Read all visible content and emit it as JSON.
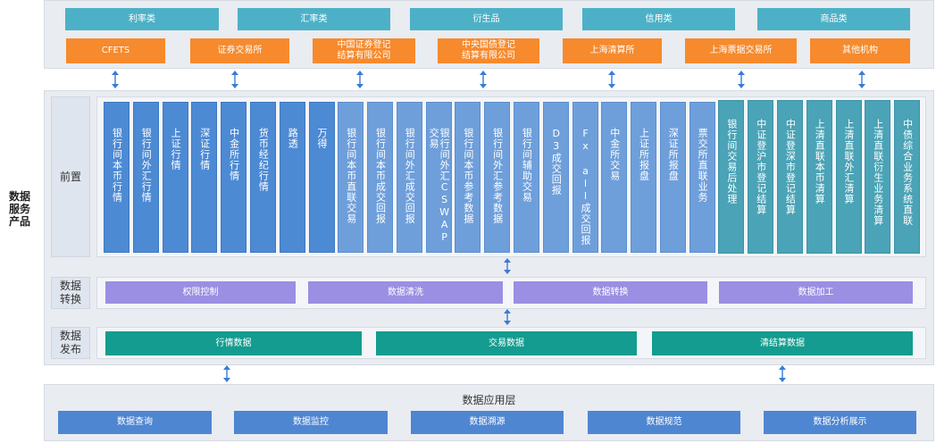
{
  "side_title": [
    "数据",
    "服务",
    "产品"
  ],
  "categories": [
    "利率类",
    "汇率类",
    "衍生品",
    "信用类",
    "商品类"
  ],
  "sources": [
    "CFETS",
    "证券交易所",
    "中国证券登记\n结算有限公司",
    "中央国债登记\n结算有限公司",
    "上海清算所",
    "上海票据交易所",
    "其他机构"
  ],
  "front": {
    "label": "前置",
    "columns": [
      "银行间本币行情",
      "银行间外汇行情",
      "上证行情",
      "深证行情",
      "中金所行情",
      "货币经纪行情",
      "路透",
      "万得",
      "银行间本币直联交易",
      "银行间本币成交回报",
      "银行间外汇成交回报",
      "银行间外汇CSWAP交易",
      "银行间本币参考数据",
      "银行间外汇参考数据",
      "银行间辅助交易",
      "D3成交回报",
      "Fx all成交回报",
      "中金所交易",
      "上证所报盘",
      "深证所报盘",
      "票交所直联业务",
      "银行间交易后处理",
      "中证登沪市登记结算",
      "中证登深市登记结算",
      "上清直联本币清算",
      "上清直联外汇清算",
      "上清直联衍生业务清算",
      "中债综合业务系统直联"
    ]
  },
  "transform": {
    "label": "数据\n转换",
    "items": [
      "权限控制",
      "数据清洗",
      "数据转换",
      "数据加工"
    ]
  },
  "publish": {
    "label": "数据\n发布",
    "items": [
      "行情数据",
      "交易数据",
      "清结算数据"
    ]
  },
  "app_layer": {
    "title": "数据应用层",
    "items": [
      "数据查询",
      "数据监控",
      "数据溯源",
      "数据规范",
      "数据分析展示"
    ]
  },
  "colors": {
    "teal": "#4cb1c7",
    "orange": "#f68a2d",
    "blue_dark": "#4d8ad4",
    "blue_light": "#6e9fdb",
    "teal_col": "#4aa3b6",
    "purple": "#9a8fe3",
    "green": "#139c8f",
    "app_blue": "#4f86d2"
  }
}
